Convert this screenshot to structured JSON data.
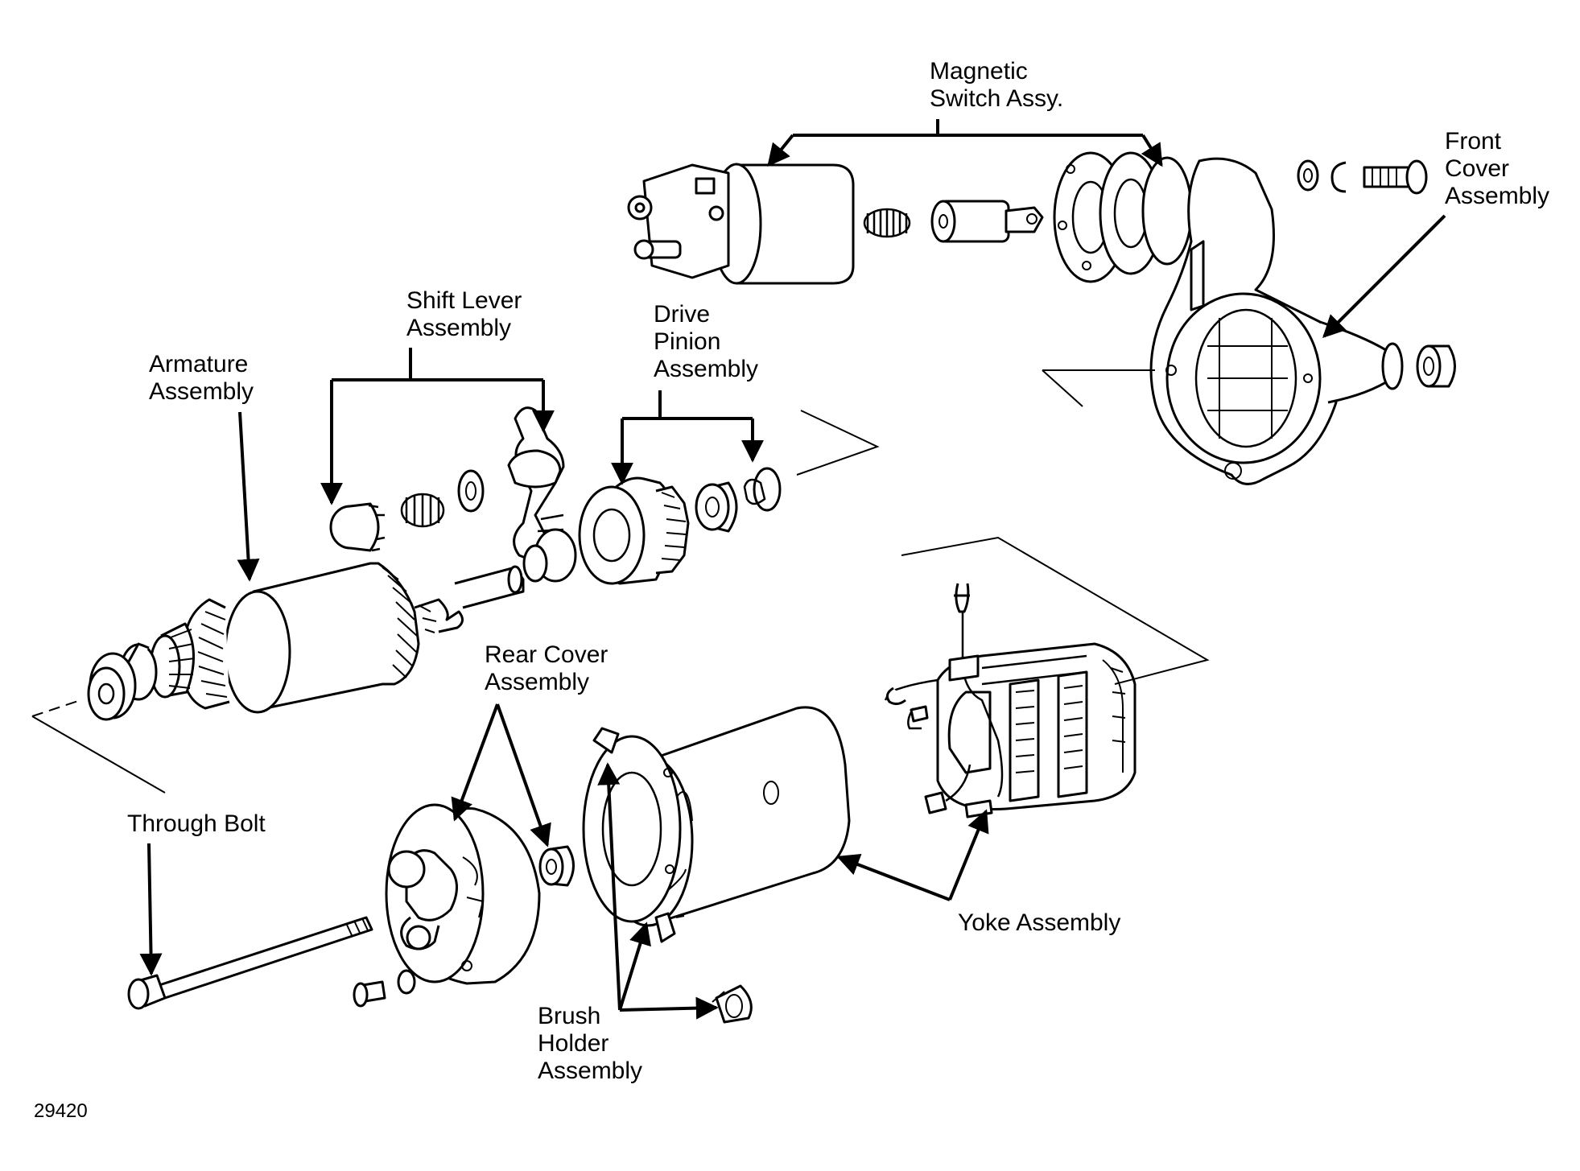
{
  "labels": {
    "magnetic_switch": [
      "Magnetic",
      "Switch Assy."
    ],
    "front_cover": [
      "Front",
      "Cover",
      "Assembly"
    ],
    "shift_lever": [
      "Shift Lever",
      "Assembly"
    ],
    "drive_pinion": [
      "Drive",
      "Pinion",
      "Assembly"
    ],
    "armature": [
      "Armature",
      "Assembly"
    ],
    "rear_cover": [
      "Rear Cover",
      "Assembly"
    ],
    "through_bolt": [
      "Through Bolt"
    ],
    "yoke": [
      "Yoke Assembly"
    ],
    "brush_holder": [
      "Brush",
      "Holder",
      "Assembly"
    ]
  },
  "figure_number": "29420"
}
